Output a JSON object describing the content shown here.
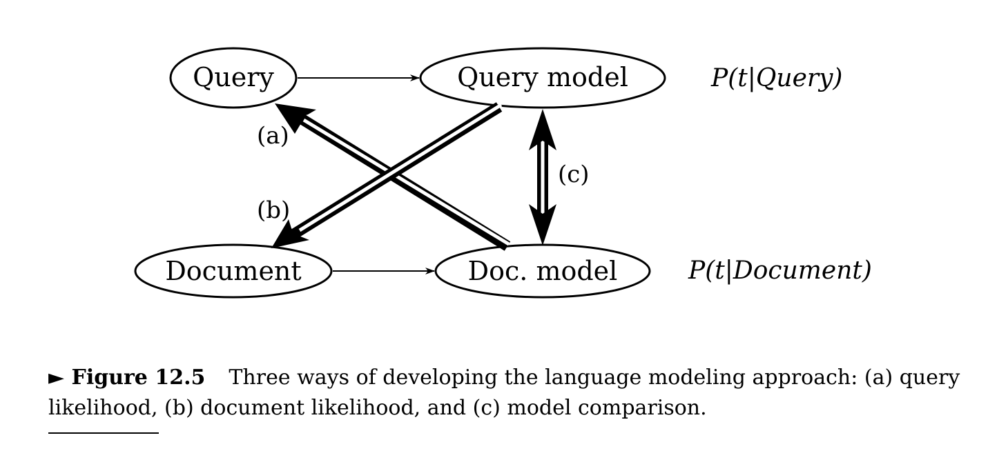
{
  "nodes": {
    "query": "Query",
    "query_model": "Query model",
    "document": "Document",
    "doc_model": "Doc. model"
  },
  "edge_labels": {
    "a": "(a)",
    "b": "(b)",
    "c": "(c)"
  },
  "probabilities": {
    "query": "P(t|Query)",
    "document": "P(t|Document)"
  },
  "caption": {
    "figure_label": "► Figure 12.5",
    "text": "Three ways of developing the language modeling approach: (a) query likelihood, (b) document likelihood, and (c) model comparison."
  }
}
